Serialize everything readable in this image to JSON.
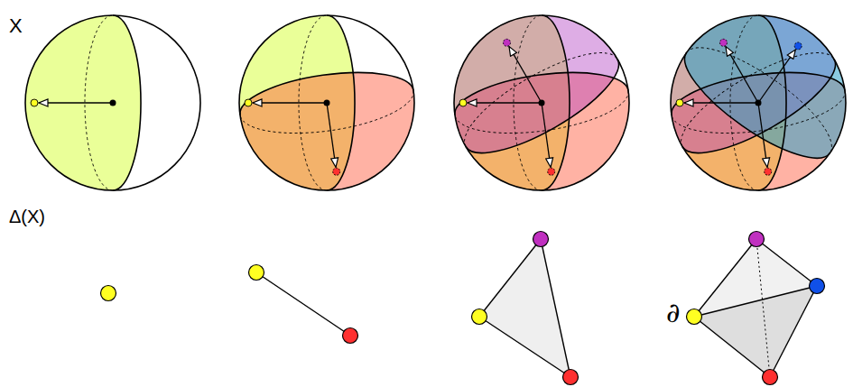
{
  "diagram": {
    "labels": [
      "X",
      "Δ(X)",
      "∂"
    ]
  }
}
